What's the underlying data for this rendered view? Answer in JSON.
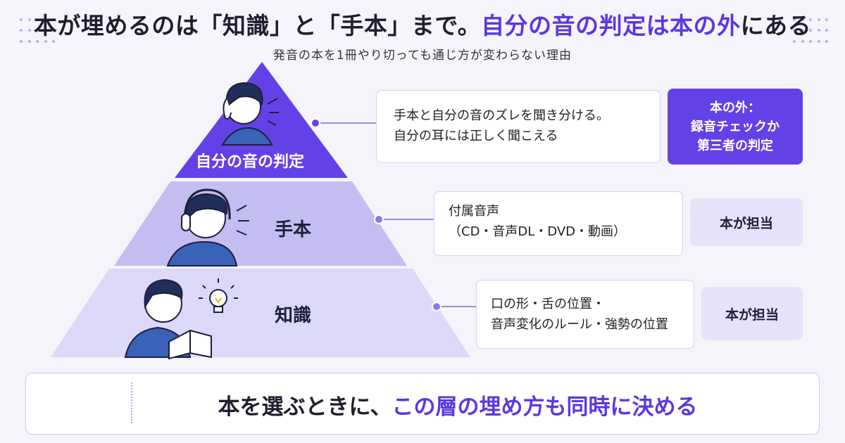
{
  "header": {
    "title_part1": "本が埋めるのは「知識」と「手本」まで。",
    "title_accent": "自分の音の判定は本の外",
    "title_part2": "にある",
    "subtitle": "発音の本を1冊やり切っても通じ方が変わらない理由"
  },
  "pyramid": {
    "tiers": [
      {
        "label": "自分の音の判定",
        "description_lines": [
          "手本と自分の音のズレを聞き分ける。",
          "自分の耳には正しく聞こえる"
        ],
        "badge_lines": [
          "本の外：",
          "録音チェックか",
          "第三者の判定"
        ]
      },
      {
        "label": "手本",
        "description_lines": [
          "付属音声",
          "（CD・音声DL・DVD・動画）"
        ],
        "badge": "本が担当"
      },
      {
        "label": "知識",
        "description_lines": [
          "口の形・舌の位置・",
          "音声変化のルール・強勢の位置"
        ],
        "badge": "本が担当"
      }
    ]
  },
  "footer": {
    "text_part1": "本を選ぶときに、",
    "text_accent": "この層の埋め方も同時に決める"
  },
  "colors": {
    "accent": "#5b37e0",
    "tier_top": "#6441e6",
    "tier_mid": "#c3bdf1",
    "tier_bottom": "#dcd8f8",
    "card_border": "#d5d0f2",
    "badge_light": "#e6e2fa"
  },
  "icons": [
    "listening-person-icon",
    "headphones-person-icon",
    "reading-person-icon",
    "lightbulb-icon",
    "open-book-icon"
  ]
}
